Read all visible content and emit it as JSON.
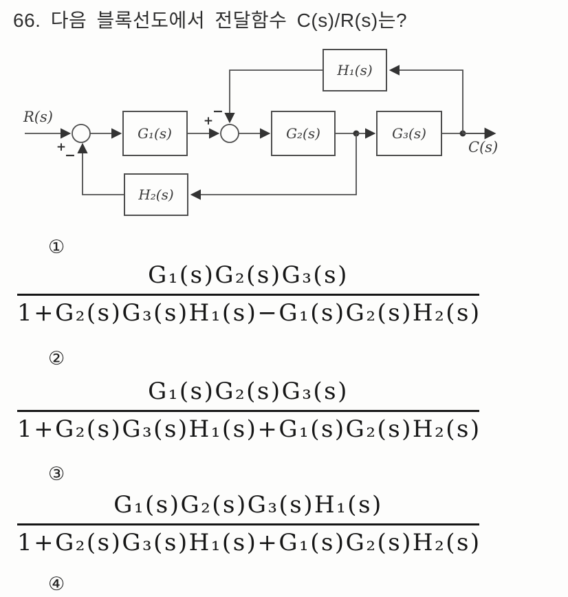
{
  "question": {
    "number": "66.",
    "text": "다음 블록선도에서 전달함수 C(s)/R(s)는?"
  },
  "diagram": {
    "input_label": "R(s)",
    "output_label": "C(s)",
    "blocks": [
      {
        "id": "G1",
        "label": "G₁(s)"
      },
      {
        "id": "G2",
        "label": "G₂(s)"
      },
      {
        "id": "G3",
        "label": "G₃(s)"
      },
      {
        "id": "H1",
        "label": "H₁(s)"
      },
      {
        "id": "H2",
        "label": "H₂(s)"
      }
    ],
    "signs": {
      "sum1_plus": "+",
      "sum1_minus": "−",
      "sum2_plus": "+",
      "sum2_minus": "−"
    }
  },
  "answers": [
    {
      "marker": "①",
      "numerator": "G₁(s)G₂(s)G₃(s)",
      "denominator": "1+G₂(s)G₃(s)H₁(s)−G₁(s)G₂(s)H₂(s)"
    },
    {
      "marker": "②",
      "numerator": "G₁(s)G₂(s)G₃(s)",
      "denominator": "1+G₂(s)G₃(s)H₁(s)+G₁(s)G₂(s)H₂(s)"
    },
    {
      "marker": "③",
      "numerator": "G₁(s)G₂(s)G₃(s)H₁(s)",
      "denominator": "1+G₂(s)G₃(s)H₁(s)+G₁(s)G₂(s)H₂(s)"
    },
    {
      "marker": "④"
    }
  ],
  "colors": {
    "line": "#4d4d4d",
    "arrow": "#333333",
    "formula": "#161616"
  }
}
